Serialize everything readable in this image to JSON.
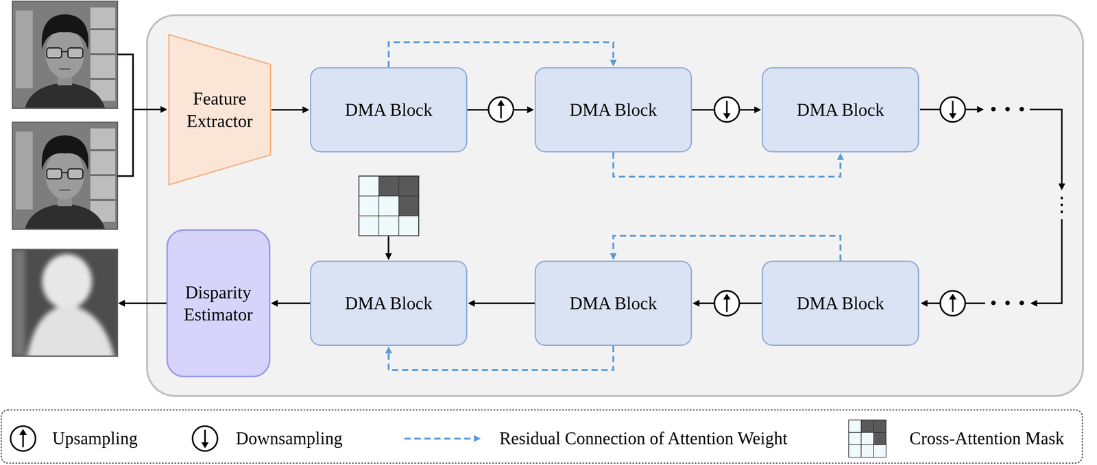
{
  "diagram": {
    "nodes": [
      {
        "text": [
          "Feature Extractor"
        ]
      },
      {
        "text": [
          "DMA Block"
        ]
      },
      {
        "text": [
          "DMA Block"
        ]
      },
      {
        "text": [
          "DMA Block"
        ]
      },
      {
        "text": [
          "Disparity Estimator"
        ]
      },
      {
        "text": [
          "DMA Block"
        ]
      },
      {
        "text": [
          "DMA Block"
        ]
      },
      {
        "text": [
          "DMA Block"
        ]
      }
    ],
    "edges": [
      {
        "from": 0,
        "to": 1,
        "arrow": "to"
      },
      {
        "from": 1,
        "to": 2,
        "arrow": "to"
      },
      {
        "from": 2,
        "to": 3,
        "arrow": "to"
      },
      {
        "from": 1,
        "to": 2,
        "arrow": "to"
      },
      {
        "from": 2,
        "to": 3,
        "arrow": "to"
      },
      {
        "from": 7,
        "to": 6,
        "arrow": "to"
      },
      {
        "from": 6,
        "to": 5,
        "arrow": "to"
      },
      {
        "from": 5,
        "to": 4,
        "arrow": "to"
      },
      {
        "from": 7,
        "to": 6,
        "arrow": "to"
      },
      {
        "from": 6,
        "to": 5,
        "arrow": "to"
      }
    ],
    "labels": [
      "• • •",
      "⋮",
      "• • •"
    ],
    "legend": [
      {
        "text": "Upsampling"
      },
      {
        "text": "Downsampling"
      },
      {
        "text": "Residual Connection of Attention Weight"
      },
      {
        "text": "Cross-Attention Mask"
      }
    ]
  }
}
